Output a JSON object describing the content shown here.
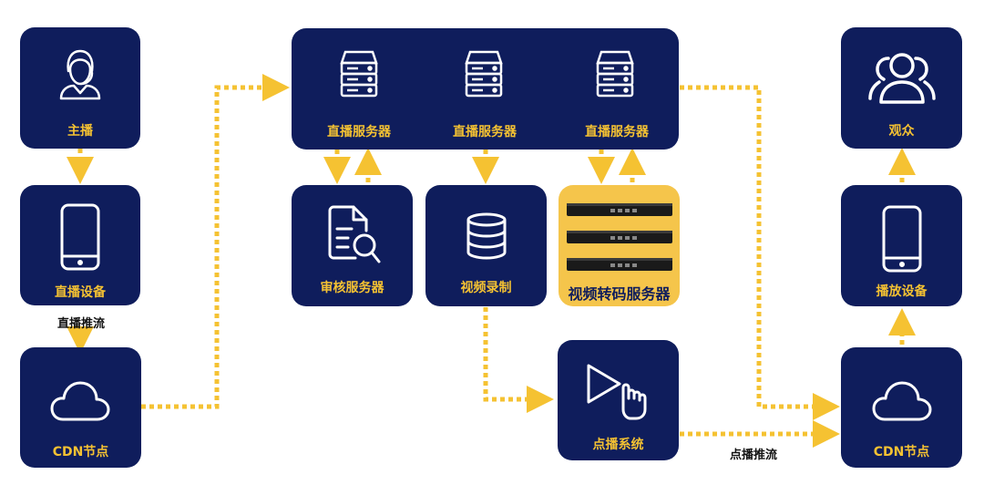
{
  "colors": {
    "node": "#0f1d5c",
    "label": "#f5c232",
    "highlight": "#f5c54b",
    "link": "#f5c232"
  },
  "nodes": {
    "anchor": {
      "label": "主播",
      "icon": "anchor-headset-icon"
    },
    "live_device": {
      "label": "直播设备",
      "icon": "phone-icon"
    },
    "cdn_left": {
      "label": "CDN节点",
      "icon": "cloud-icon"
    },
    "live_server_1": {
      "label": "直播服务器",
      "icon": "server-icon"
    },
    "live_server_2": {
      "label": "直播服务器",
      "icon": "server-icon"
    },
    "live_server_3": {
      "label": "直播服务器",
      "icon": "server-icon"
    },
    "review_server": {
      "label": "审核服务器",
      "icon": "document-search-icon"
    },
    "video_recording": {
      "label": "视频录制",
      "icon": "database-icon"
    },
    "transcode_server": {
      "label": "视频转码服务器",
      "icon": "rack-server-icon"
    },
    "vod_system": {
      "label": "点播系统",
      "icon": "play-click-icon"
    },
    "audience": {
      "label": "观众",
      "icon": "users-icon"
    },
    "play_device": {
      "label": "播放设备",
      "icon": "phone-icon"
    },
    "cdn_right": {
      "label": "CDN节点",
      "icon": "cloud-icon"
    }
  },
  "edge_labels": {
    "live_push": "直播推流",
    "vod_push": "点播推流"
  }
}
